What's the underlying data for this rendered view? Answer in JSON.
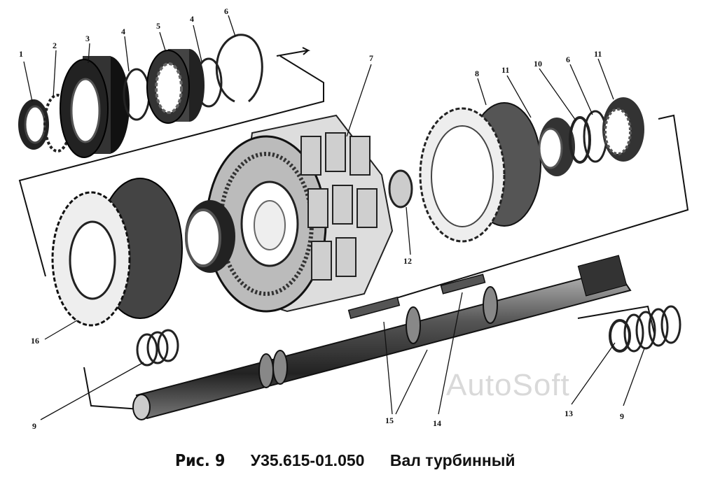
{
  "callouts": {
    "c1": "1",
    "c2": "2",
    "c3": "3",
    "c4a": "4",
    "c5": "5",
    "c4b": "4",
    "c6a": "6",
    "c7": "7",
    "c8": "8",
    "c11a": "11",
    "c10": "10",
    "c6b": "6",
    "c11b": "11",
    "c12": "12",
    "c16": "16",
    "c9a": "9",
    "c15": "15",
    "c14": "14",
    "c13": "13",
    "c9b": "9"
  },
  "watermark": "AutoSoft",
  "caption": {
    "figure": "Рис. 9",
    "code": "У35.615-01.050",
    "title": "Вал турбинный"
  }
}
